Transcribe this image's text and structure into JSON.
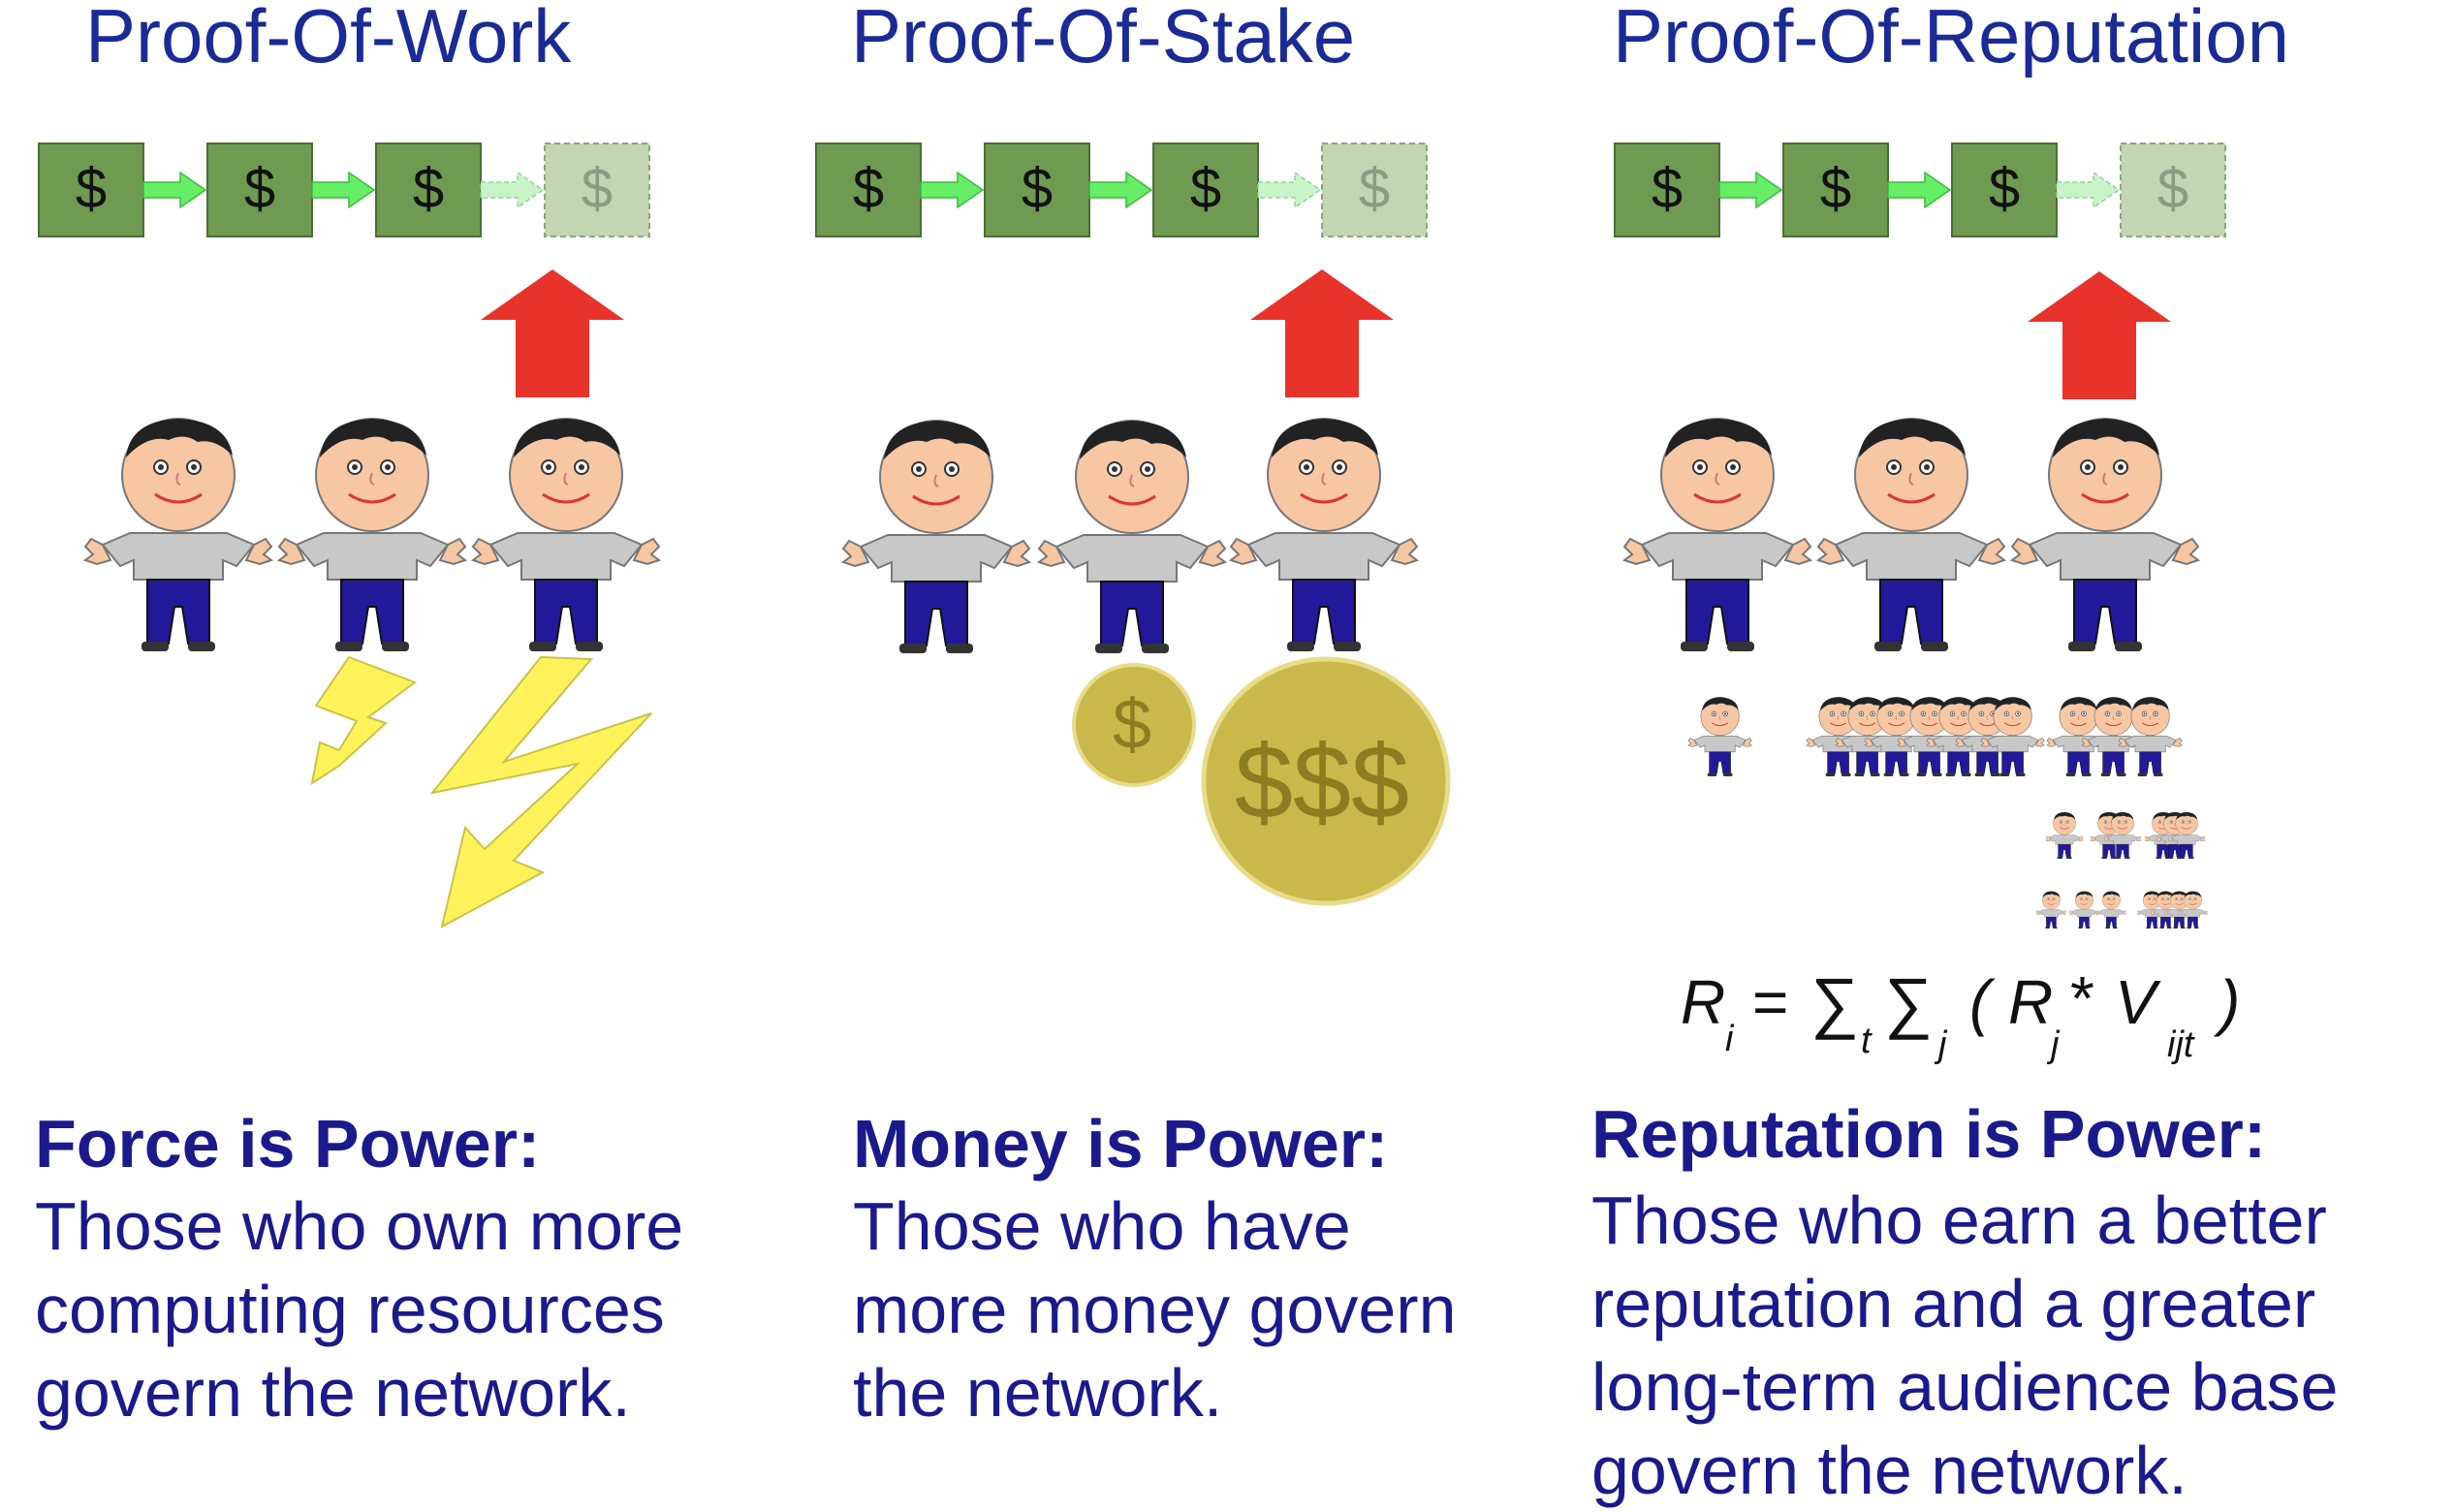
{
  "columns": [
    {
      "title": "Proof-Of-Work",
      "caption_head": "Force is Power:",
      "caption_body": "Those who own more\ncomputing resources\ngovern the network."
    },
    {
      "title": "Proof-Of-Stake",
      "caption_head": "Money is Power:",
      "caption_body": "Those who have\nmore money govern\nthe network."
    },
    {
      "title": "Proof-Of-Reputation",
      "caption_head": "Reputation is Power:",
      "caption_body": "Those who earn a better\nreputation and a greater\nlong-term audience base\ngovern the network."
    }
  ],
  "block_symbol": "$",
  "coin_small_symbol": "$",
  "coin_large_symbol": "$$$",
  "formula": {
    "R": "R",
    "i": "i",
    "eq": "=",
    "sigma": "∑",
    "t": "t",
    "j": "j",
    "open": "(",
    "Rj": "R",
    "jsub": "j",
    "star": "*",
    "V": "V",
    "ijt": "ijt",
    "close": ")"
  },
  "colors": {
    "title": "#1a2a96",
    "caption": "#1a1a8c",
    "block": "#6f9a52",
    "block_faded": "#c3d5b3",
    "arrow_green": "#66ee66",
    "arrow_red": "#e8332a",
    "lightning": "#fff25a",
    "coin": "#c9b84a",
    "coin_text": "#8a7d22",
    "skin": "#f6c7a2",
    "shirt": "#c8c8c8",
    "pants": "#22199a"
  }
}
